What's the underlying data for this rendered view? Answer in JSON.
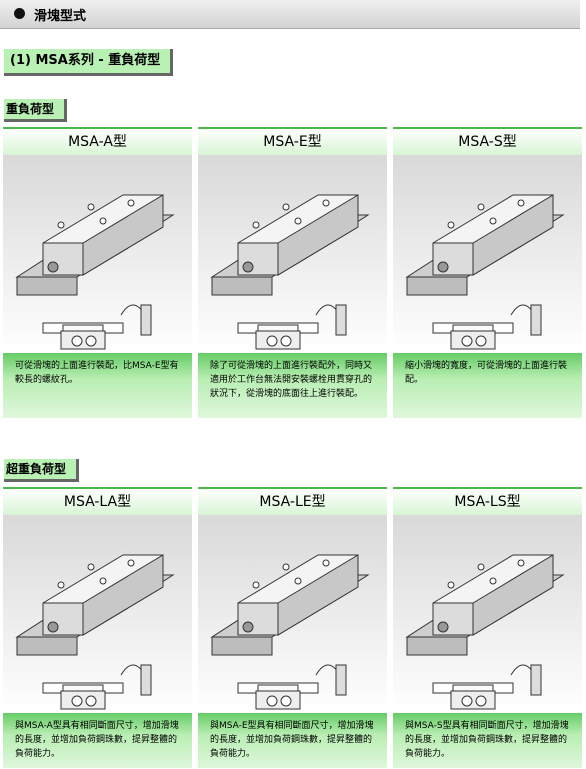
{
  "header": {
    "title": "滑塊型式"
  },
  "section": {
    "title": "(1) MSA系列 - 重負荷型"
  },
  "groups": [
    {
      "title": "重負荷型",
      "cards": [
        {
          "name": "MSA-A型",
          "desc": "可從滑塊的上面進行裝配，比MSA-E型有較長的螺紋孔。"
        },
        {
          "name": "MSA-E型",
          "desc": "除了可從滑塊的上面進行裝配外，同時又適用於工作台無法開安裝螺栓用貫穿孔的狀況下，從滑塊的底面往上進行裝配。"
        },
        {
          "name": "MSA-S型",
          "desc": "縮小滑塊的寬度，可從滑塊的上面進行裝配。"
        }
      ]
    },
    {
      "title": "超重負荷型",
      "cards": [
        {
          "name": "MSA-LA型",
          "desc": "與MSA-A型具有相同斷面尺寸，增加滑塊的長度，並增加負荷鋼珠數，提昇整體的負荷能力。"
        },
        {
          "name": "MSA-LE型",
          "desc": "與MSA-E型具有相同斷面尺寸，增加滑塊的長度，並增加負荷鋼珠數，提昇整體的負荷能力。"
        },
        {
          "name": "MSA-LS型",
          "desc": "與MSA-S型具有相同斷面尺寸，增加滑塊的長度，並增加負荷鋼珠數，提昇整體的負荷能力。"
        }
      ]
    }
  ]
}
